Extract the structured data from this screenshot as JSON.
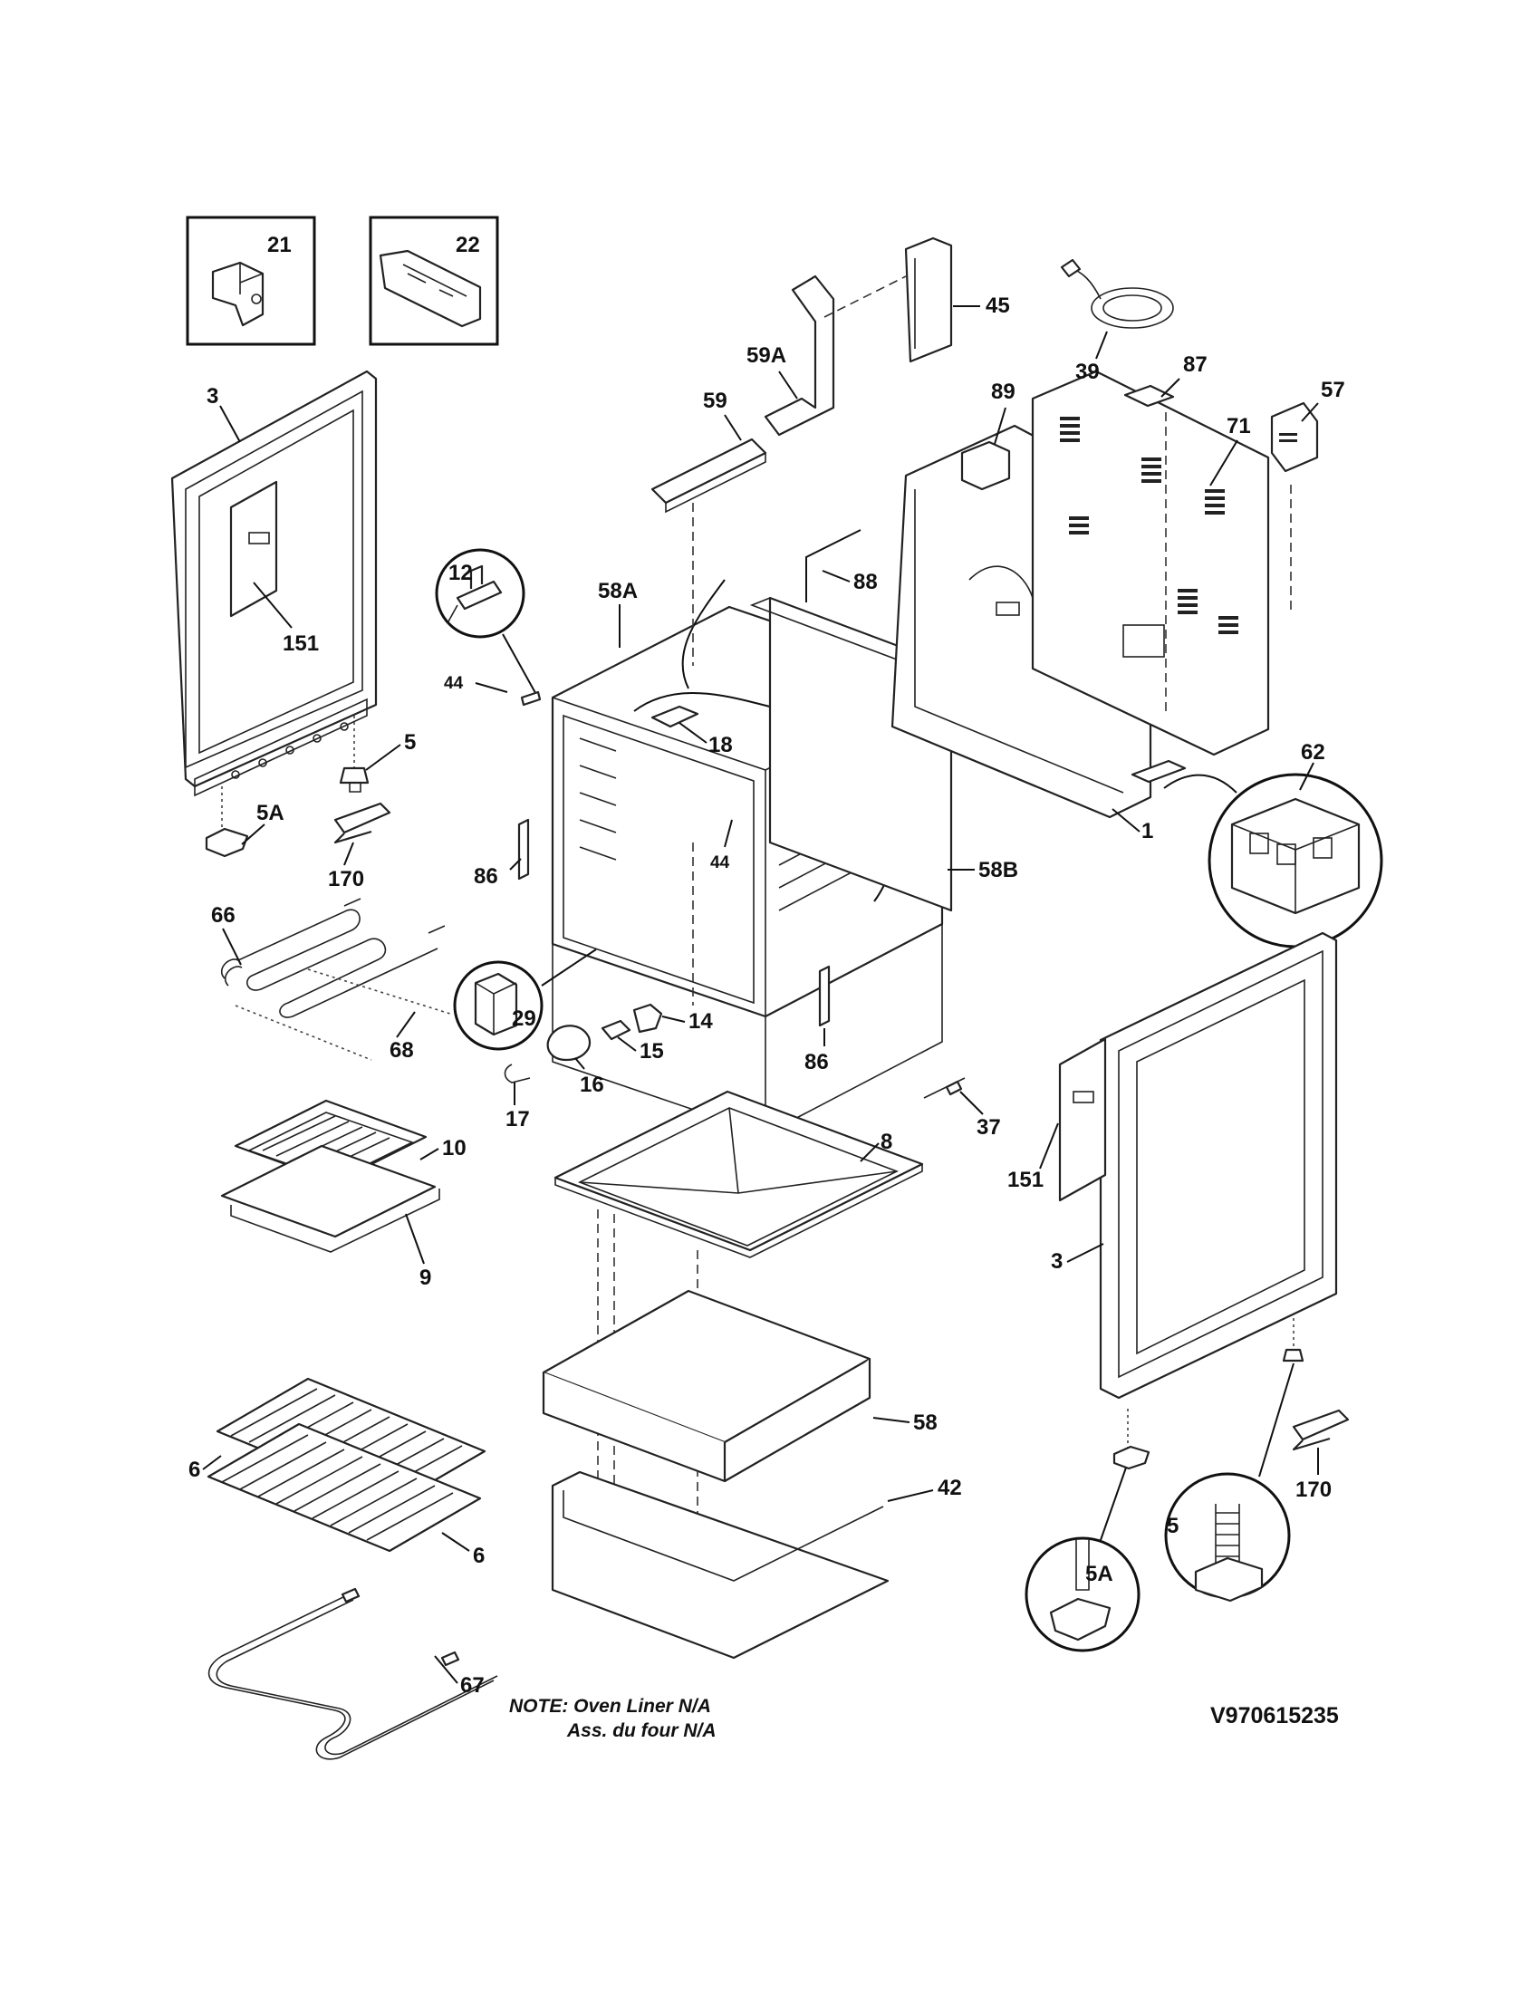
{
  "parts": {
    "p21": "21",
    "p22": "22",
    "p3_left": "3",
    "p151_left": "151",
    "p5_left": "5",
    "p5a_left": "5A",
    "p170_left": "170",
    "p12": "12",
    "p44_a": "44",
    "p44_b": "44",
    "p58a": "58A",
    "p18": "18",
    "p86_a": "86",
    "p86_b": "86",
    "p59": "59",
    "p59a": "59A",
    "p45": "45",
    "p88": "88",
    "p89": "89",
    "p39": "39",
    "p87": "87",
    "p57": "57",
    "p71": "71",
    "p62": "62",
    "p1": "1",
    "p58b": "58B",
    "p66": "66",
    "p68": "68",
    "p29": "29",
    "p14": "14",
    "p15": "15",
    "p16": "16",
    "p17": "17",
    "p10": "10",
    "p9": "9",
    "p8": "8",
    "p37": "37",
    "p151_right": "151",
    "p3_right": "3",
    "p58": "58",
    "p42": "42",
    "p6_a": "6",
    "p6_b": "6",
    "p67": "67",
    "p5a_right": "5A",
    "p5_right": "5",
    "p170_right": "170"
  },
  "note": {
    "line1": "NOTE: Oven Liner N/A",
    "line2": "Ass. du four N/A"
  },
  "drawing_id": "V970615235"
}
